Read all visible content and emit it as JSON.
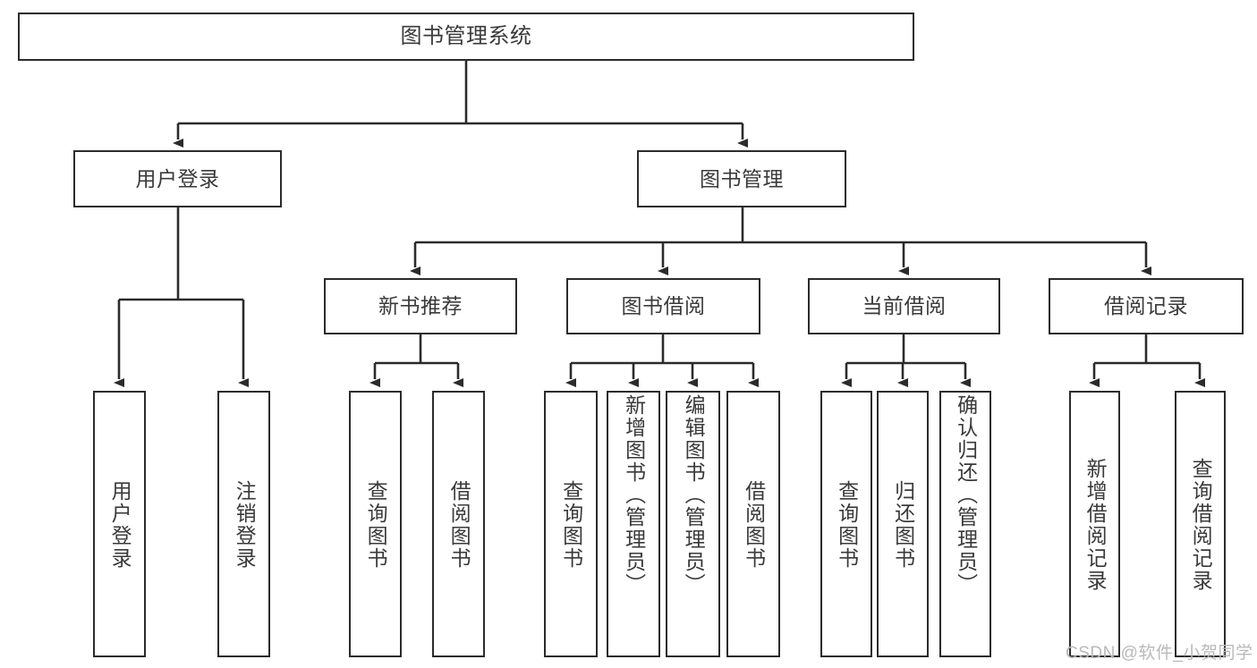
{
  "diagram": {
    "title": "图书管理系统",
    "type": "hierarchy-tree",
    "colors": {
      "box_border": "#2b2b2b",
      "box_fill": "#ffffff",
      "edge": "#2b2b2b",
      "text": "#3a3a3a",
      "watermark": "#b9b9b9"
    },
    "levels": {
      "level1": [
        {
          "id": "root",
          "label": "图书管理系统"
        }
      ],
      "level2": [
        {
          "id": "user-login",
          "label": "用户登录"
        },
        {
          "id": "book-manage",
          "label": "图书管理"
        }
      ],
      "level3": [
        {
          "id": "new-book-rec",
          "label": "新书推荐"
        },
        {
          "id": "book-borrow",
          "label": "图书借阅"
        },
        {
          "id": "current-borrow",
          "label": "当前借阅"
        },
        {
          "id": "borrow-record",
          "label": "借阅记录"
        }
      ],
      "level4": [
        {
          "id": "leaf-user-login",
          "label": "用户登录",
          "parent": "user-login"
        },
        {
          "id": "leaf-logout",
          "label": "注销登录",
          "parent": "user-login"
        },
        {
          "id": "leaf-query-book-1",
          "label": "查询图书",
          "parent": "new-book-rec"
        },
        {
          "id": "leaf-borrow-book-1",
          "label": "借阅图书",
          "parent": "new-book-rec"
        },
        {
          "id": "leaf-query-book-2",
          "label": "查询图书",
          "parent": "book-borrow"
        },
        {
          "id": "leaf-add-book",
          "label": "新增图书（管理员）",
          "parent": "book-borrow"
        },
        {
          "id": "leaf-edit-book",
          "label": "编辑图书（管理员）",
          "parent": "book-borrow"
        },
        {
          "id": "leaf-borrow-book-2",
          "label": "借阅图书",
          "parent": "book-borrow"
        },
        {
          "id": "leaf-query-book-3",
          "label": "查询图书",
          "parent": "current-borrow"
        },
        {
          "id": "leaf-return-book",
          "label": "归还图书",
          "parent": "current-borrow"
        },
        {
          "id": "leaf-confirm-return",
          "label": "确认归还（管理员）",
          "parent": "current-borrow"
        },
        {
          "id": "leaf-add-record",
          "label": "新增借阅记录",
          "parent": "borrow-record"
        },
        {
          "id": "leaf-query-record",
          "label": "查询借阅记录",
          "parent": "borrow-record"
        }
      ]
    },
    "watermark": "CSDN @软件_小贺同学"
  }
}
